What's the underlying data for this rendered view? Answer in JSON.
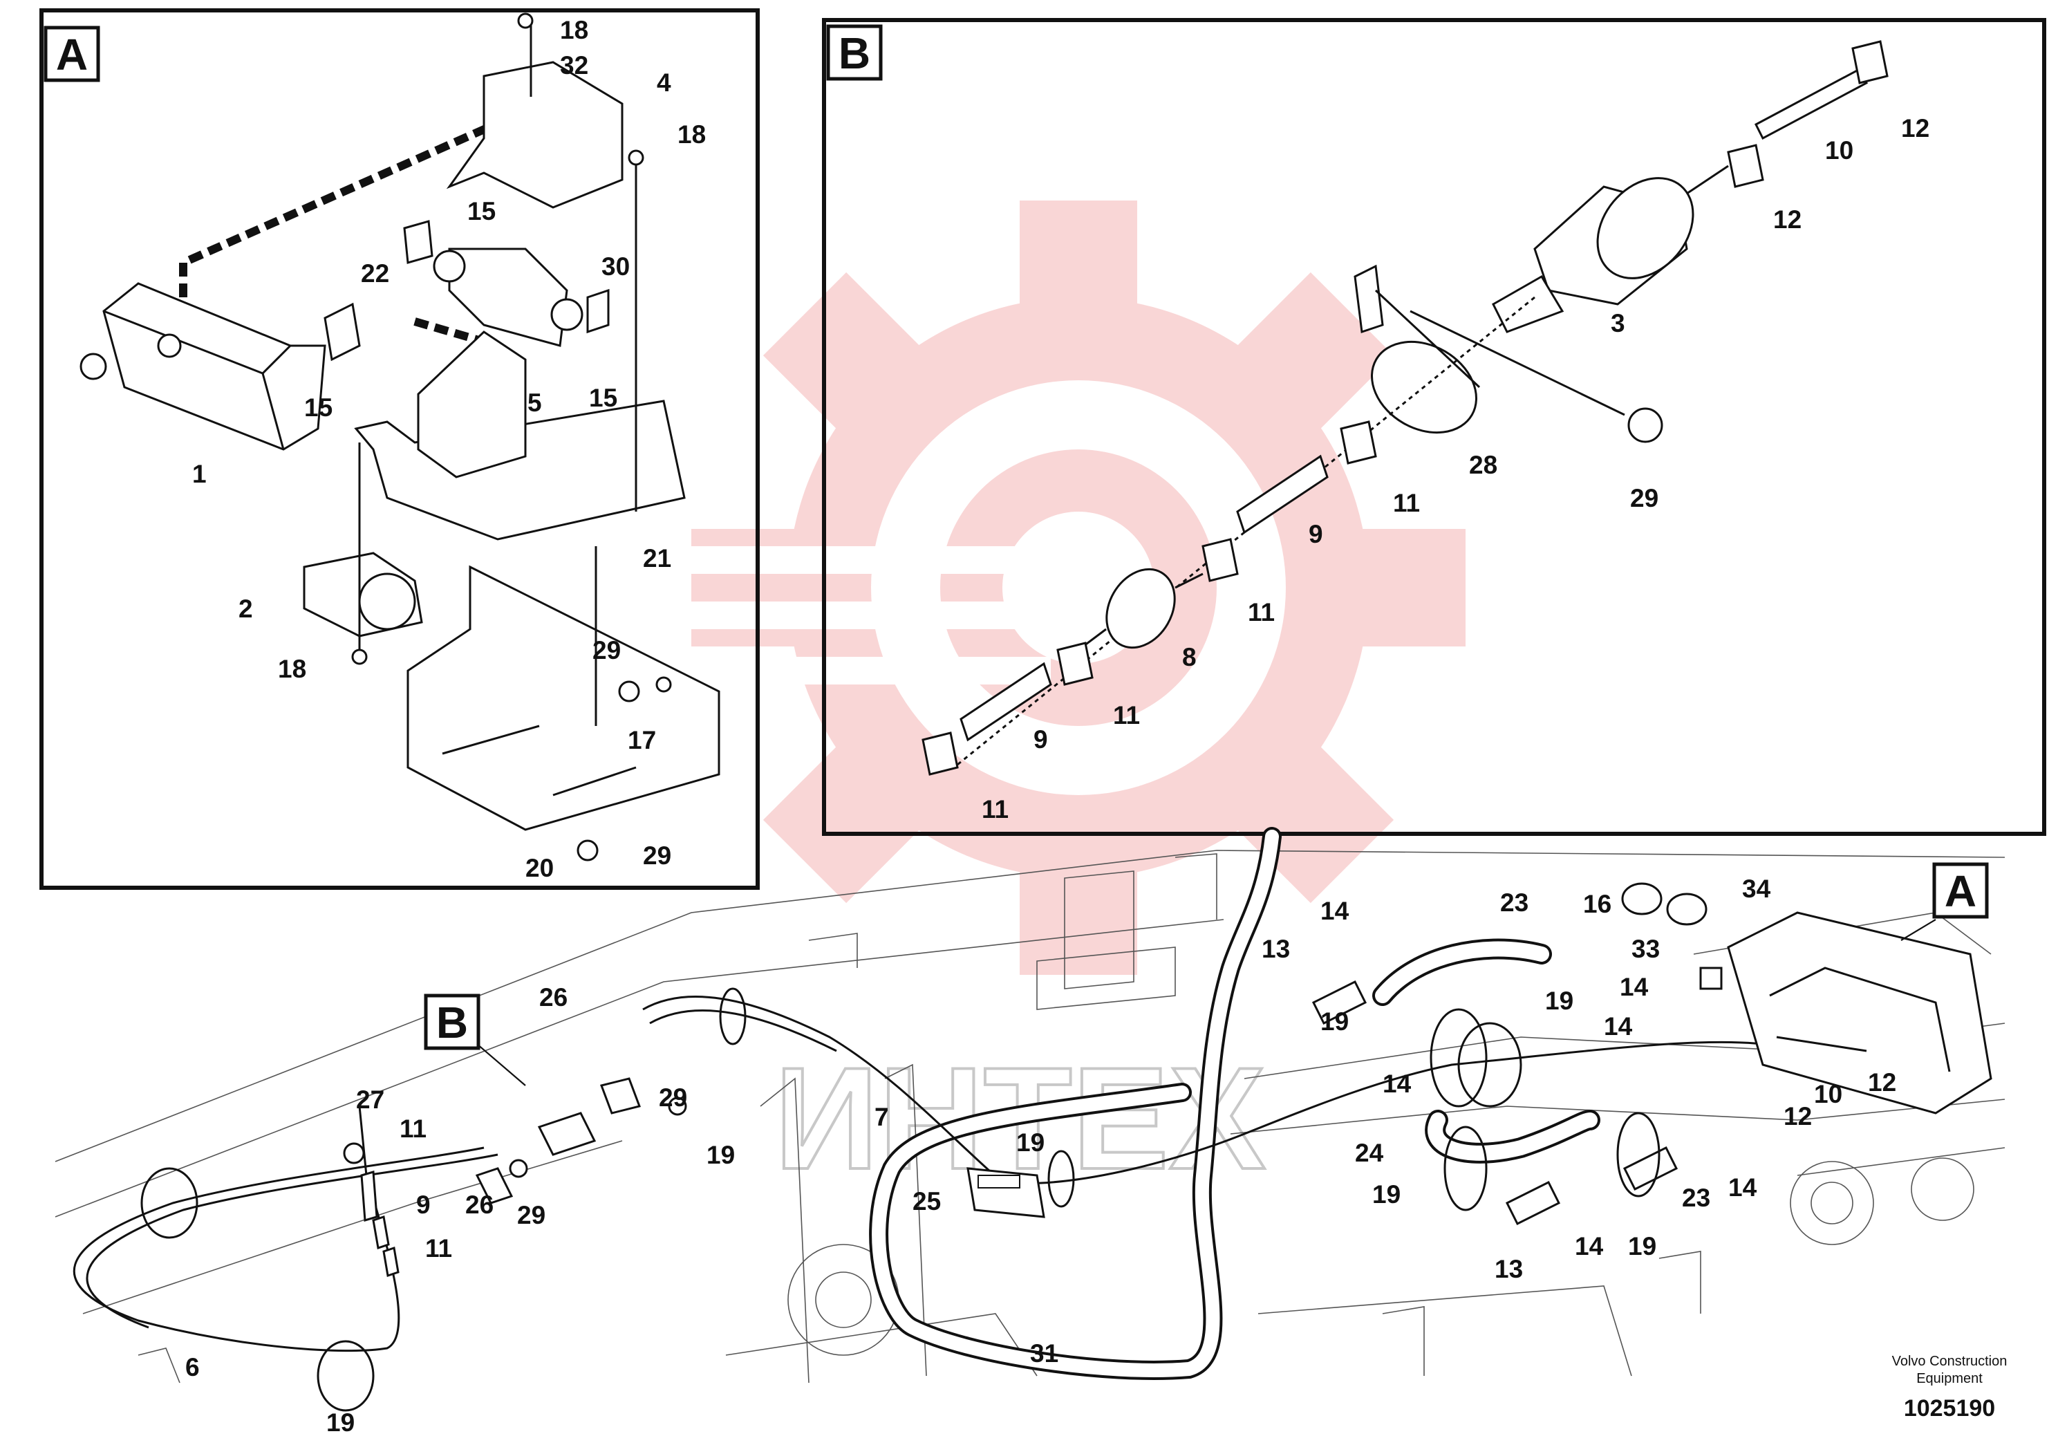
{
  "footer": {
    "company_line1": "Volvo Construction",
    "company_line2": "Equipment",
    "document_number": "1025190"
  },
  "watermark": {
    "text": "ИНТЕХ",
    "color": "#f5b5b5"
  },
  "detail_boxes": [
    {
      "id": "A",
      "label": "A"
    },
    {
      "id": "B",
      "label": "B"
    }
  ],
  "detail_refs": [
    {
      "id": "A",
      "label": "A"
    },
    {
      "id": "B",
      "label": "B"
    }
  ],
  "callouts_detail_a": [
    "18",
    "32",
    "4",
    "18",
    "15",
    "30",
    "22",
    "15",
    "15",
    "5",
    "1",
    "21",
    "2",
    "18",
    "29",
    "17",
    "20",
    "29"
  ],
  "callouts_detail_b": [
    "12",
    "10",
    "12",
    "3",
    "28",
    "29",
    "11",
    "9",
    "11",
    "8",
    "11",
    "9",
    "11"
  ],
  "callouts_main": [
    "34",
    "16",
    "23",
    "14",
    "13",
    "33",
    "14",
    "19",
    "19",
    "14",
    "14",
    "12",
    "10",
    "12",
    "24",
    "19",
    "23",
    "14",
    "13",
    "14",
    "19",
    "26",
    "29",
    "7",
    "19",
    "19",
    "27",
    "11",
    "9",
    "11",
    "26",
    "29",
    "25",
    "31",
    "6",
    "19"
  ]
}
